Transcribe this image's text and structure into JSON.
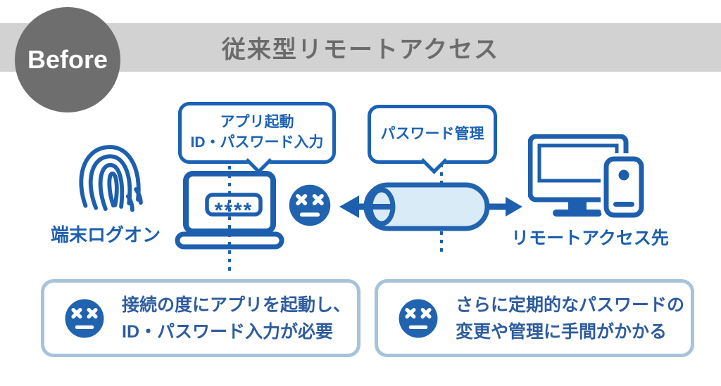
{
  "header": {
    "badge": "Before",
    "title": "従来型リモートアクセス"
  },
  "diagram": {
    "fingerprint_label": "端末ログオン",
    "bubble_app": {
      "line1": "アプリ起動",
      "line2": "ID・パスワード入力"
    },
    "bubble_password": {
      "label": "パスワード管理"
    },
    "laptop": {
      "password_mask": "****"
    },
    "remote_label": "リモートアクセス先"
  },
  "issues": [
    {
      "line1": "接続の度にアプリを起動し、",
      "line2": "ID・パスワード入力が必要"
    },
    {
      "line1": "さらに定期的なパスワードの",
      "line2": "変更や管理に手間がかかる"
    }
  ],
  "colors": {
    "primary_blue": "#1d5fae",
    "bubble_blue": "#1b62b5",
    "face_blue": "#2163ae",
    "tunnel_fill": "#d9ebf7",
    "card_border": "#a7c3dc",
    "card_text": "#2e5c9e",
    "banner_gray": "#d2d2d2",
    "badge_gray": "#6e6e6e",
    "title_gray": "#6b6b6b"
  }
}
